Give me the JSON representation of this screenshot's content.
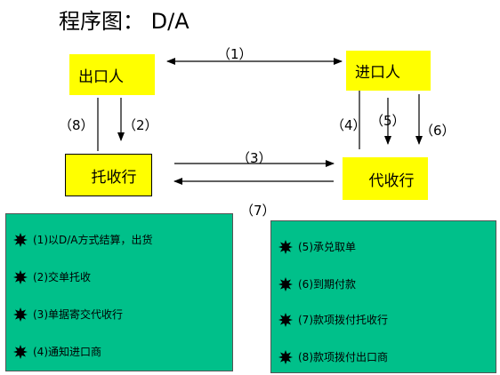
{
  "title": "程序图： D/A",
  "nodes": {
    "exporter": "出口人",
    "importer": "进口人",
    "remitting_bank": "托收行",
    "collecting_bank": "代收行"
  },
  "flow_labels": {
    "s1": "（1）",
    "s2": "（2）",
    "s3": "（3）",
    "s4": "（4）",
    "s5": "（5）",
    "s6": "（6）",
    "s7": "（7）",
    "s8": "（8）"
  },
  "legend_left": [
    "(1)以D/A方式结算，出货",
    "(2)交单托收",
    "(3)单据寄交代收行",
    "(4)通知进口商"
  ],
  "legend_right": [
    "(5)承兑取单",
    "(6)到期付款",
    "(7)款项拨付托收行",
    "(8)款项拨付出口商"
  ],
  "colors": {
    "node_fill": "#ffff00",
    "panel_fill": "#00c08a",
    "bullet": "#000000"
  }
}
